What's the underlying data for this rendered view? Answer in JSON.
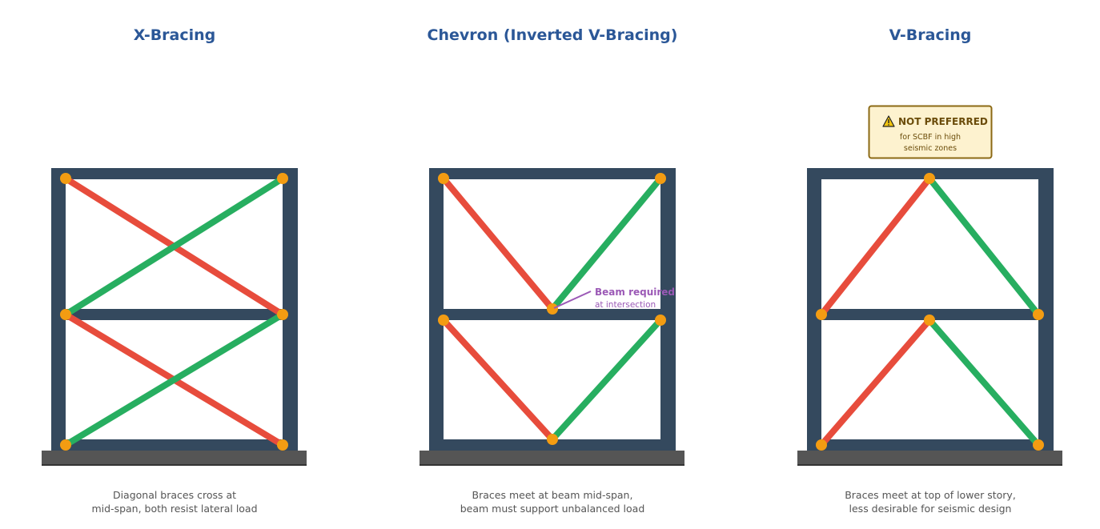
{
  "colors": {
    "title": "#2b5797",
    "frame": "#34495e",
    "ground": "#555555",
    "ground_edge": "#333333",
    "brace_red": "#e74c3c",
    "brace_green": "#27ae60",
    "node": "#f39c12",
    "annotation": "#9b59b6",
    "warning_bg": "#fdf2cf",
    "warning_border": "#8b6914",
    "caption": "#555555"
  },
  "panels": [
    {
      "id": "x-bracing",
      "title": "X-Bracing",
      "caption_line1": "Diagonal braces cross at",
      "caption_line2": "mid-span, both resist lateral load"
    },
    {
      "id": "chevron",
      "title": "Chevron (Inverted V-Bracing)",
      "caption_line1": "Braces meet at beam mid-span,",
      "caption_line2": "beam must support unbalanced load",
      "annotation": {
        "title": "Beam required",
        "subtitle": "at intersection"
      }
    },
    {
      "id": "v-bracing",
      "title": "V-Bracing",
      "caption_line1": "Braces meet at top of lower story,",
      "caption_line2": "less desirable for seismic design",
      "warning": {
        "icon": "warning-triangle-icon",
        "title": "NOT PREFERRED",
        "line1": "for SCBF in high",
        "line2": "seismic zones"
      }
    }
  ]
}
